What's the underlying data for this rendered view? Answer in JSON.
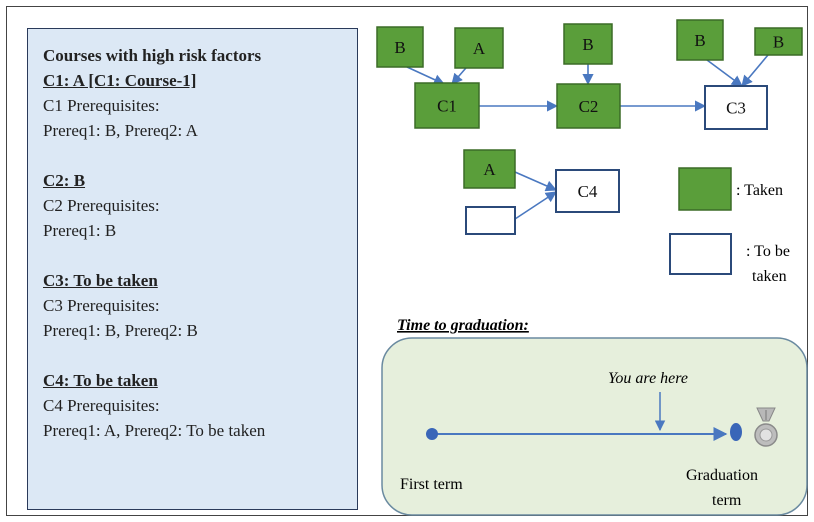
{
  "left_panel": {
    "title": "Courses with high risk factors",
    "courses": [
      {
        "heading": "C1: A  [C1: Course-1]",
        "sub": "C1 Prerequisites:",
        "prereqs": "Prereq1: B, Prereq2: A"
      },
      {
        "heading": "C2: B",
        "sub": "C2 Prerequisites:",
        "prereqs": "Prereq1: B"
      },
      {
        "heading": "C3: To be taken",
        "sub": "C3 Prerequisites:",
        "prereqs": "Prereq1: B, Prereq2: B"
      },
      {
        "heading": "C4: To be taken",
        "sub": "C4 Prerequisites:",
        "prereqs": "Prereq1: A, Prereq2: To be taken"
      }
    ]
  },
  "graph": {
    "nodes": {
      "b1": "B",
      "a1": "A",
      "b2": "B",
      "b3": "B",
      "b4": "B",
      "c1": "C1",
      "c2": "C2",
      "c3": "C3",
      "a2": "A",
      "c4": "C4",
      "empty": ""
    },
    "edges": [
      [
        "b1",
        "c1"
      ],
      [
        "a1",
        "c1"
      ],
      [
        "b2",
        "c2"
      ],
      [
        "b3",
        "c3"
      ],
      [
        "b4",
        "c3"
      ],
      [
        "c1",
        "c2"
      ],
      [
        "c2",
        "c3"
      ],
      [
        "a2",
        "c4"
      ],
      [
        "empty",
        "c4"
      ]
    ]
  },
  "legend": {
    "taken": ": Taken",
    "to_be_taken_line1": ": To be",
    "to_be_taken_line2": "taken"
  },
  "timeline": {
    "title": "Time to graduation:",
    "marker": "You are here",
    "start": "First term",
    "end_line1": "Graduation",
    "end_line2": "term"
  },
  "colors": {
    "taken_fill": "#5a9e3a",
    "taken_border": "#3b6b27",
    "pending_border": "#2b4a7a",
    "edge": "#4a78c0",
    "panel_bg": "#dce8f5",
    "timeline_bg": "#e6efdc"
  },
  "icons": {
    "medal": "medal-icon"
  }
}
